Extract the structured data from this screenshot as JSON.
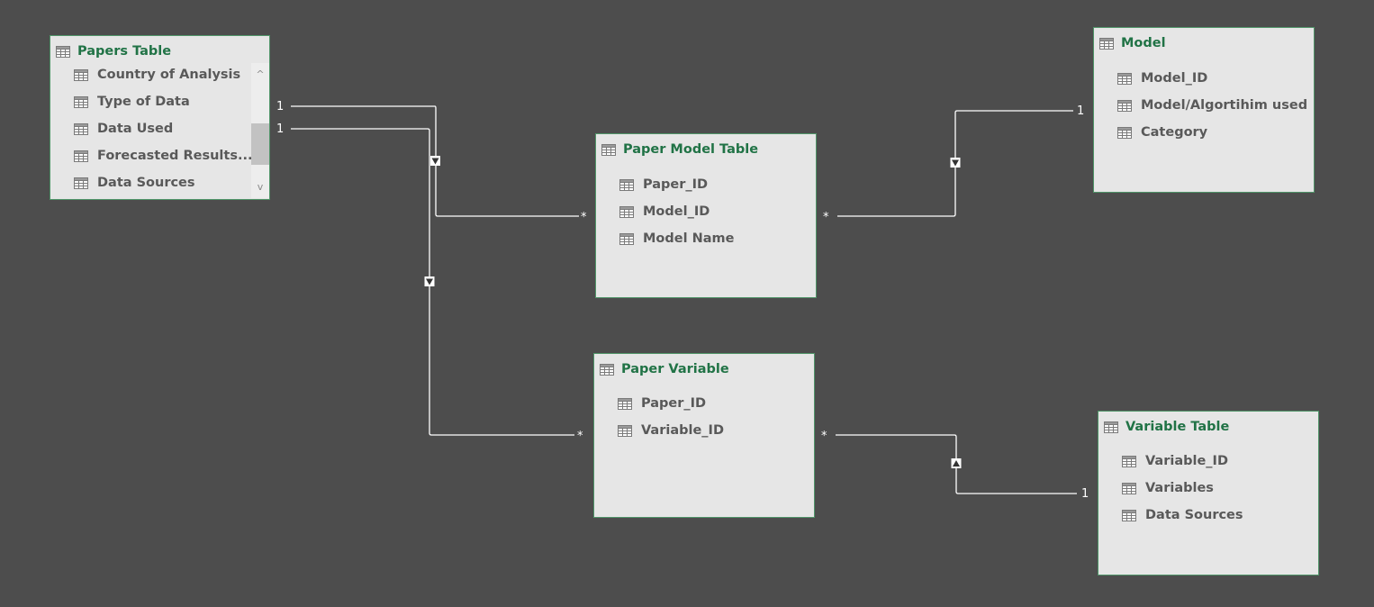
{
  "colors": {
    "canvas": "#4d4d4d",
    "table_background": "#e6e6e6",
    "table_border": "#4f9468",
    "table_title": "#217346",
    "field_text": "#595959",
    "connector": "#ffffff"
  },
  "icon": "table-grid-icon",
  "tables": {
    "papers": {
      "title": "Papers Table",
      "fields": [
        "Country of Analysis",
        "Type of Data",
        "Data Used",
        "Forecasted Results...",
        "Data Sources"
      ],
      "scroll_up_glyph": "^",
      "scroll_down_glyph": "v"
    },
    "model": {
      "title": "Model",
      "fields": [
        "Model_ID",
        "Model/Algortihim used",
        "Category"
      ]
    },
    "paper_model": {
      "title": "Paper Model Table",
      "fields": [
        "Paper_ID",
        "Model_ID",
        "Model Name"
      ]
    },
    "paper_variable": {
      "title": "Paper Variable",
      "fields": [
        "Paper_ID",
        "Variable_ID"
      ]
    },
    "variable": {
      "title": "Variable Table",
      "fields": [
        "Variable_ID",
        "Variables",
        "Data Sources"
      ]
    }
  },
  "relationships": [
    {
      "from": "Papers Table",
      "to": "Paper Model Table",
      "from_card": "1",
      "to_card": "*"
    },
    {
      "from": "Papers Table",
      "to": "Paper Variable",
      "from_card": "1",
      "to_card": "*"
    },
    {
      "from": "Model",
      "to": "Paper Model Table",
      "from_card": "1",
      "to_card": "*"
    },
    {
      "from": "Variable Table",
      "to": "Paper Variable",
      "from_card": "1",
      "to_card": "*"
    }
  ]
}
